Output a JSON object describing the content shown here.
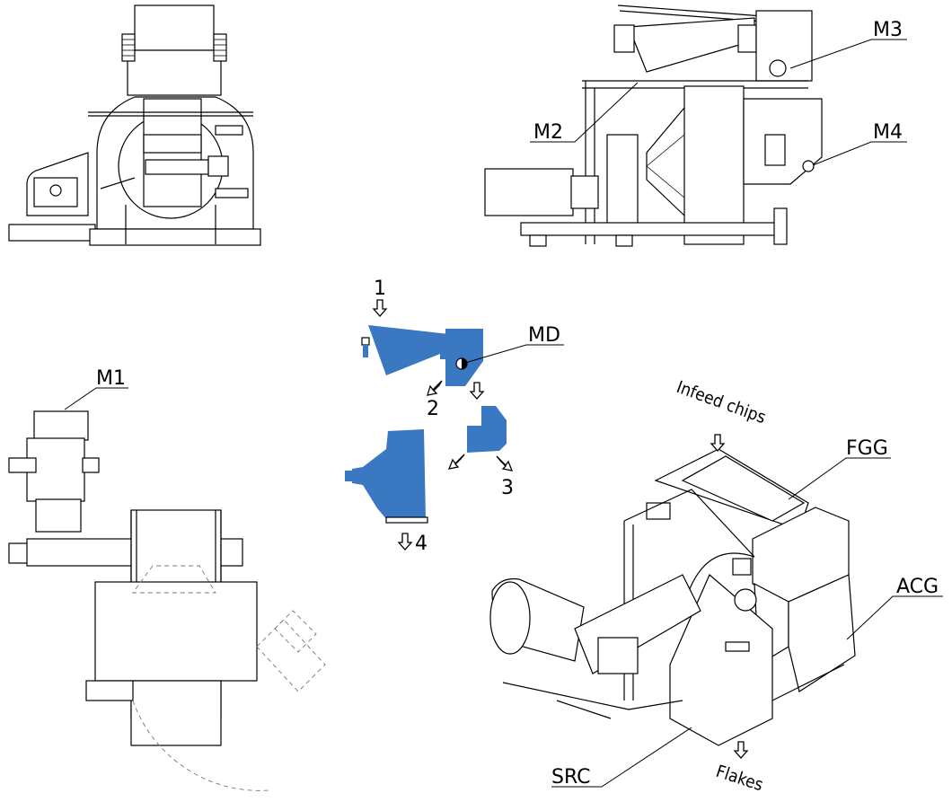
{
  "labels": {
    "m1": "M1",
    "m2": "M2",
    "m3": "M3",
    "m4": "M4",
    "md": "MD",
    "fgg": "FGG",
    "acg": "ACG",
    "src": "SRC",
    "infeed": "Infeed chips",
    "flakes": "Flakes"
  },
  "flow_steps": [
    "1",
    "2",
    "3",
    "4"
  ],
  "colors": {
    "process_blue": "#3a78c2",
    "line": "#000000"
  }
}
